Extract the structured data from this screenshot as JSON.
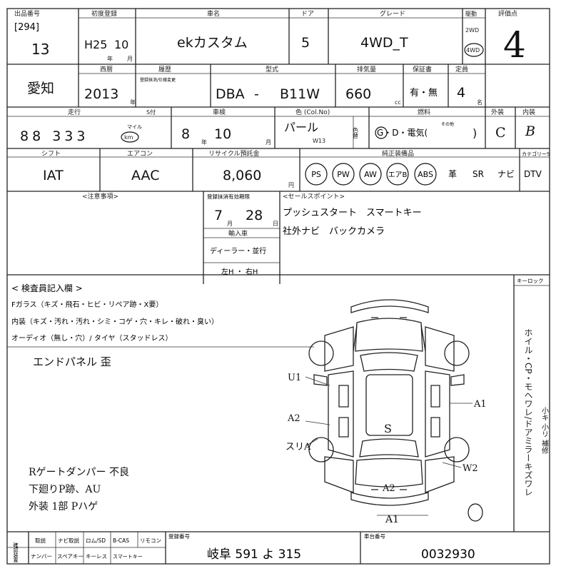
{
  "header_row1": {
    "lot_label": "出品番号",
    "lot_sub": "[294]",
    "lot_no": "13",
    "first_reg_label": "初度登録",
    "first_reg": "H25",
    "first_reg_month": "10",
    "first_reg_unit_year": "年",
    "first_reg_unit_month": "月",
    "car_name_label": "車名",
    "car_name": "ekカスタム",
    "doors_label": "ドア",
    "doors": "5",
    "grade_label": "グレード",
    "grade": "4WD_T",
    "drive_label": "駆動",
    "drive_2wd": "2WD",
    "drive_4wd": "4WD",
    "score_label": "評価点",
    "score": "4"
  },
  "header_row2": {
    "region": "愛知",
    "year_label": "西暦",
    "year": "2013",
    "year_unit": "年",
    "history_label": "履歴",
    "history_sub": "登録抹消/仕様変更",
    "model_label": "型式",
    "model_prefix": "DBA",
    "model_dash": "-",
    "model_code": "B11W",
    "displacement_label": "排気量",
    "displacement": "660",
    "displacement_unit": "cc",
    "warranty_label": "保証書",
    "warranty": "有・無",
    "capacity_label": "定員",
    "capacity": "4",
    "capacity_unit": "名"
  },
  "header_row3": {
    "mileage_label": "走行",
    "mileage_unit_label": "S付",
    "mileage": "88 333",
    "mileage_mile": "マイル",
    "mileage_km": "km",
    "inspection_label": "車検",
    "inspection_year": "8",
    "inspection_year_unit": "年",
    "inspection_month": "10",
    "inspection_month_unit": "月",
    "color_label": "色 (Col.No)",
    "color": "パール",
    "color_code": "W13",
    "color_change_label": "色替",
    "fuel_label": "燃料",
    "fuel": "G・D・電気(",
    "fuel_close": ")",
    "fuel_other": "その他",
    "exterior_label": "外装",
    "exterior": "C",
    "interior_label": "内装",
    "interior": "B"
  },
  "header_row4": {
    "shift_label": "シフト",
    "shift": "IAT",
    "aircon_label": "エアコン",
    "aircon": "AAC",
    "recycle_label": "リサイクル預託金",
    "recycle": "8,060",
    "recycle_unit": "円",
    "equipment_label": "純正装備品",
    "equipment": [
      "PS",
      "PW",
      "AW",
      "エアB",
      "ABS"
    ],
    "leather": "革",
    "sunroof": "SR",
    "navi": "ナビ",
    "tv_label": "カテゴリーS",
    "tv": "DTV"
  },
  "middle": {
    "notes_label": "<注意事項>",
    "expiry_label": "登録抹消有効期限",
    "expiry_month": "7",
    "expiry_month_unit": "月",
    "expiry_day": "28",
    "expiry_day_unit": "日",
    "import_label": "輸入車",
    "import_type": "ディーラー・並行",
    "handle": "左H ・ 右H",
    "sales_label": "<セールスポイント>",
    "sales_1": "プッシュスタート　スマートキー",
    "sales_2": "社外ナビ　バックカメラ"
  },
  "inspector": {
    "title": "< 検査員記入欄 >",
    "glass": "Fガラス（キズ・飛石・ヒビ・リペア跡・X要）",
    "interior": "内装（キズ・汚れ・汚れ・シミ・コゲ・穴・キレ・破れ・臭い）",
    "audio": "オーディオ（無し・穴）/ タイヤ（スタッドレス）",
    "hand_1": "エンドパネル 歪",
    "hand_2": "Rゲートダンパー 不良",
    "hand_3": "下廻りP跡、AU",
    "hand_4": "外装 1部 Pハゲ"
  },
  "diagram": {
    "key_label": "キーロック",
    "marks": [
      "U1",
      "A1",
      "A2",
      "スリA",
      "S",
      "W2",
      "A2",
      "A1"
    ],
    "side_text": "ホイル・CP・モヘワレ/ドアミラーキズワレ",
    "side_marks": "小キ 小リ 補修"
  },
  "footer": {
    "category_label": "確認装置",
    "items_row1": [
      "取説",
      "ナビ取説",
      "ロム/SD",
      "B-CAS",
      "リモコン"
    ],
    "items_row2": [
      "ナンバー",
      "スペアキー",
      "キーレス",
      "スマートキー"
    ],
    "plate_label": "登録番号",
    "plate": "岐阜 591 よ 315",
    "chassis_label": "車台番号",
    "chassis": "0032930"
  }
}
